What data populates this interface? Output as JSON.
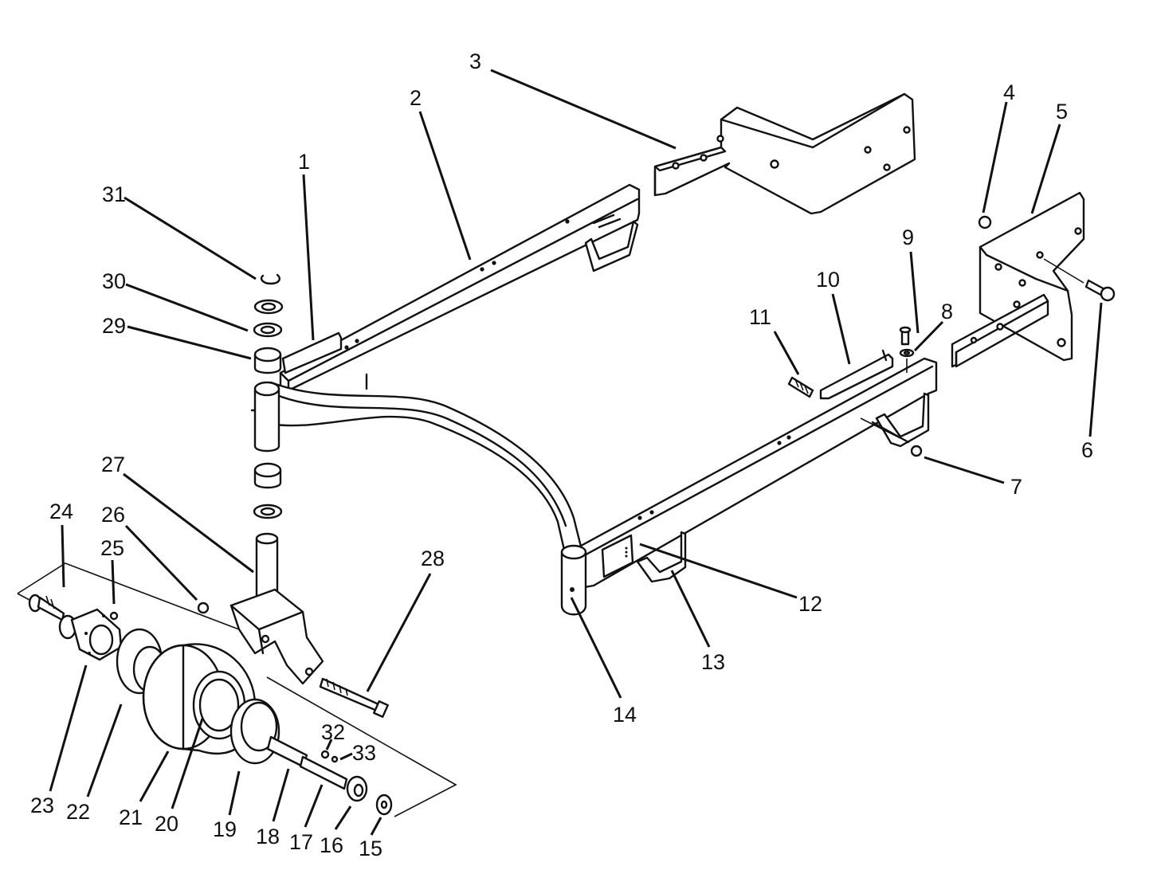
{
  "diagram": {
    "part_labels": [
      "1",
      "2",
      "3",
      "4",
      "5",
      "6",
      "7",
      "8",
      "9",
      "10",
      "11",
      "12",
      "13",
      "14",
      "15",
      "16",
      "17",
      "18",
      "19",
      "20",
      "21",
      "22",
      "23",
      "24",
      "25",
      "26",
      "27",
      "28",
      "29",
      "30",
      "31",
      "32",
      "33"
    ],
    "colors": {
      "ink": "#111111",
      "background": "#ffffff"
    }
  }
}
